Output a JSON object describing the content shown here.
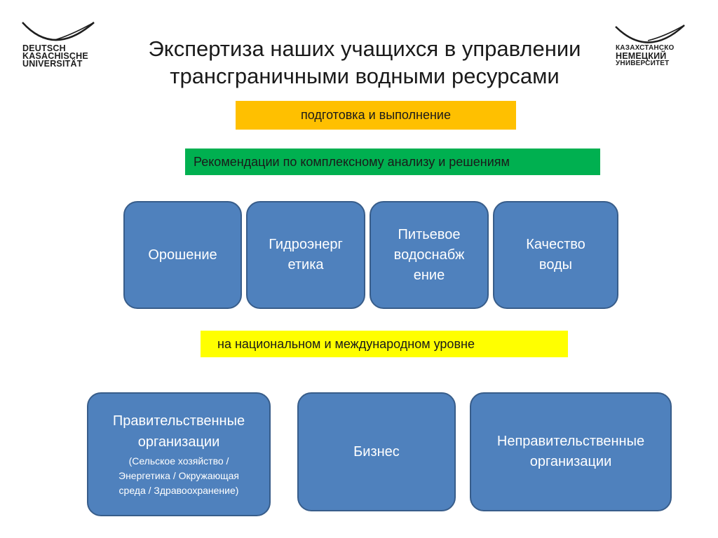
{
  "logos": {
    "left": {
      "lines": [
        "DEUTSCH",
        "KASACHISCHE",
        "UNIVERSITÄT"
      ]
    },
    "right": {
      "lines": [
        "КАЗАХСТАНСКО",
        "НЕМЕЦКИЙ",
        "УНИВЕРСИТЕТ"
      ]
    }
  },
  "title": {
    "line1": "Экспертиза наших учащихся в управлении",
    "line2": "трансграничными водными ресурсами"
  },
  "banners": {
    "orange": "подготовка и выполнение",
    "green": "Рекомендации по комплексному анализу и решениям",
    "yellow": "на национальном и международном уровне"
  },
  "areas": [
    {
      "lines": [
        "Орошение"
      ]
    },
    {
      "lines": [
        "Гидроэнерг",
        "етика"
      ]
    },
    {
      "lines": [
        "Питьевое",
        "водоснабж",
        "ение"
      ]
    },
    {
      "lines": [
        "Качество",
        "воды"
      ]
    }
  ],
  "stakeholders": [
    {
      "lines": [
        "Правительственные",
        "организации"
      ],
      "sub": [
        "(Сельское хозяйство /",
        "Энергетика / Окружающая",
        "среда / Здравоохранение)"
      ]
    },
    {
      "lines": [
        "Бизнес"
      ]
    },
    {
      "lines": [
        "Неправительственные",
        "организации"
      ]
    }
  ],
  "colors": {
    "orange_banner": "#ffc000",
    "green_banner": "#00b050",
    "yellow_banner": "#ffff00",
    "box_fill": "#4f81bd",
    "box_border": "#385d8a"
  }
}
